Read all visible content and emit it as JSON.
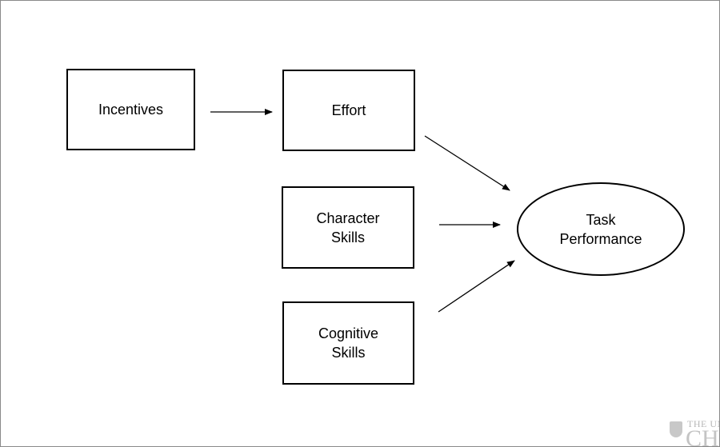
{
  "diagram": {
    "nodes": {
      "incentives": {
        "label": "Incentives"
      },
      "effort": {
        "label": "Effort"
      },
      "character_skills": {
        "label": "Character\nSkills"
      },
      "cognitive_skills": {
        "label": "Cognitive\nSkills"
      },
      "task_performance": {
        "label": "Task\nPerformance"
      }
    },
    "edges": [
      {
        "from": "incentives",
        "to": "effort"
      },
      {
        "from": "effort",
        "to": "task_performance"
      },
      {
        "from": "character_skills",
        "to": "task_performance"
      },
      {
        "from": "cognitive_skills",
        "to": "task_performance"
      }
    ]
  },
  "logo": {
    "line1": "THE UNIVERSITY",
    "line2": "CHICAGO"
  }
}
